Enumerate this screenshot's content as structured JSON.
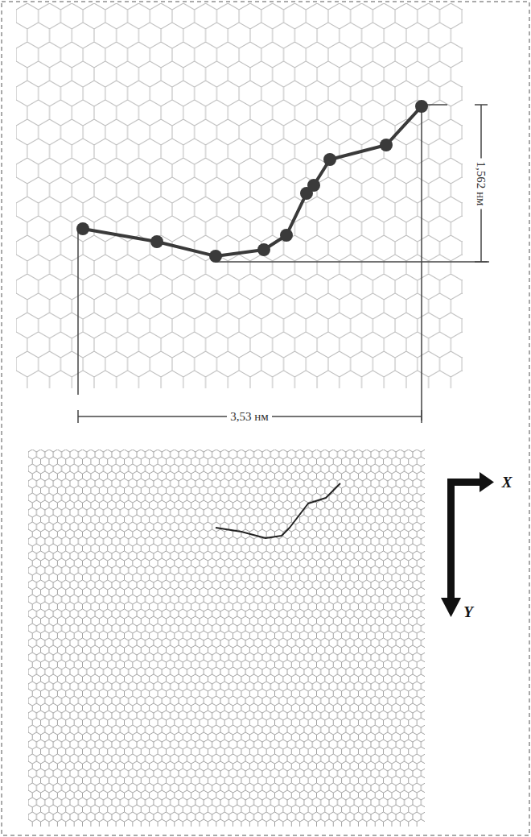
{
  "diagram": {
    "labels": [
      "1,562 нм",
      "3,53 нм",
      "X",
      "Y"
    ]
  }
}
